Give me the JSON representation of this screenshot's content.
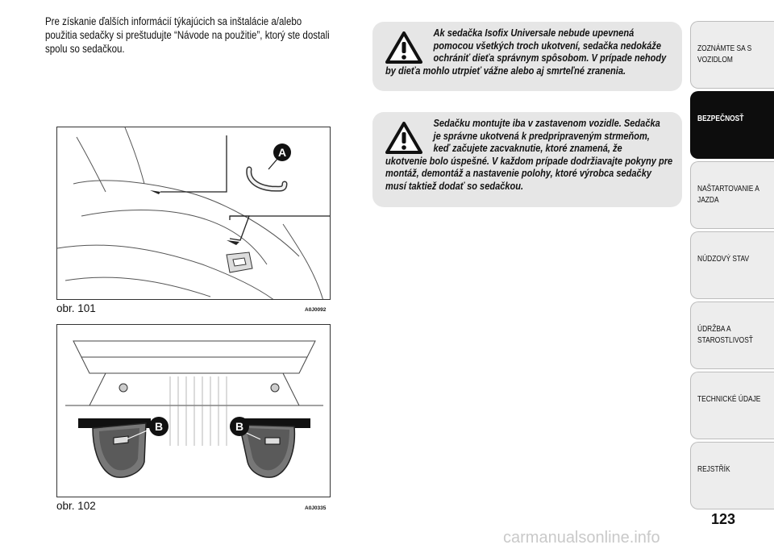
{
  "intro": {
    "line1": "Pre získanie ďalších informácií týkajúcich sa inštalácie a/alebo",
    "line2": "použitia sedačky si preštudujte “Návode na použitie”, ktorý ste dostali",
    "line3": "spolu so sedačkou."
  },
  "warnings": [
    {
      "icon": "warning-triangle-icon",
      "lines": [
        "Ak sedačka Isofix Universale nebude upevnená",
        "pomocou všetkých troch ukotvení, sedačka nedokáže",
        "ochrániť dieťa správnym spôsobom. V prípade nehody",
        "by dieťa mohlo utrpieť vážne alebo aj smrteľné zranenia."
      ]
    },
    {
      "icon": "warning-triangle-icon",
      "lines": [
        "Sedačku montujte iba v zastavenom vozidle. Sedačka",
        "je správne ukotvená k predpripraveným strmeňom,",
        "keď začujete zacvaknutie, ktoré znamená, že",
        "ukotvenie bolo úspešné. V každom prípade dodržiavajte pokyny",
        "pre montáž, demontáž a nastavenie polohy, ktoré výrobca",
        "sedačky musí taktiež dodať so sedačkou."
      ]
    }
  ],
  "figures": [
    {
      "caption": "obr. 101",
      "code": "A0J0092",
      "label": "A"
    },
    {
      "caption": "obr. 102",
      "code": "A0J0335",
      "label_left": "B",
      "label_right": "B"
    }
  ],
  "tabs": [
    {
      "label": "ZOZNÁMTE SA S VOZIDLOM",
      "active": false
    },
    {
      "label": "BEZPEČNOSŤ",
      "active": true
    },
    {
      "label": "NAŠTARTOVANIE A JAZDA",
      "active": false
    },
    {
      "label": "NÚDZOVÝ STAV",
      "active": false
    },
    {
      "label": "ÚDRŽBA A STAROSTLIVOSŤ",
      "active": false
    },
    {
      "label": "TECHNICKÉ ÚDAJE",
      "active": false
    },
    {
      "label": "REJSTŘÍK",
      "active": false
    }
  ],
  "page_number": "123",
  "watermark": "carmanualsonline.info",
  "colors": {
    "warning_bg": "#e6e6e6",
    "active_tab": "#0d0d0d",
    "tab_bg": "#ededed"
  }
}
